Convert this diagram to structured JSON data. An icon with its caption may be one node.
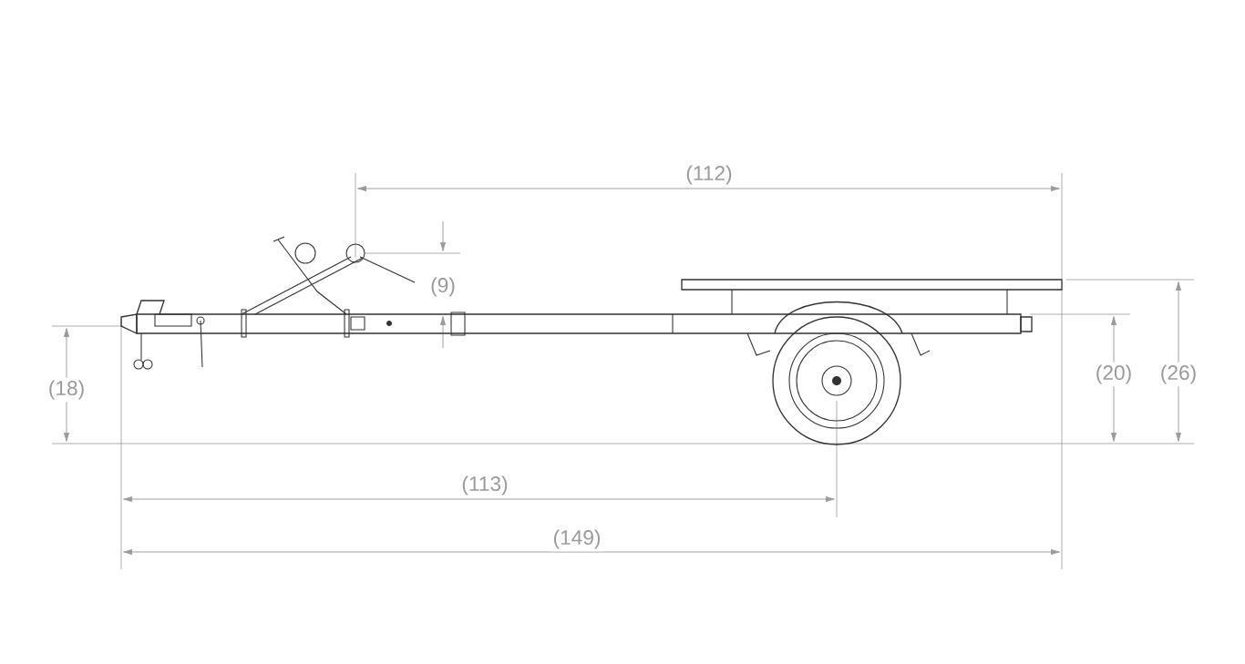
{
  "diagram": {
    "labels": [
      "(112)",
      "(9)",
      "(18)",
      "(20)",
      "(26)",
      "(113)",
      "(149)"
    ]
  }
}
